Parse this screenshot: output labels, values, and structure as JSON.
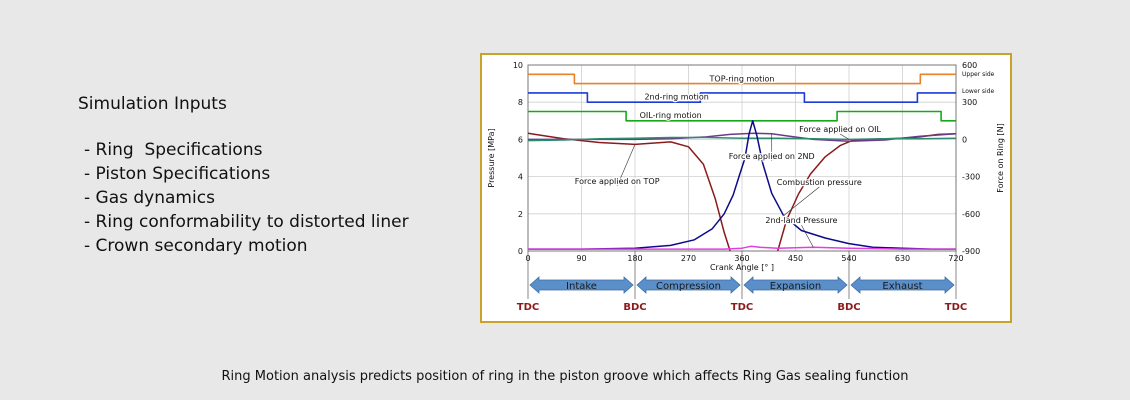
{
  "inputs": {
    "title": "Simulation Inputs",
    "items": [
      "- Ring  Specifications",
      "- Piston Specifications",
      "- Gas dynamics",
      "- Ring conformability to distorted liner",
      "- Crown secondary motion"
    ]
  },
  "caption": "Ring Motion analysis predicts position of ring in the piston groove which affects Ring Gas sealing function",
  "colors": {
    "top_ring": "#e8822a",
    "second_ring": "#1a3bd6",
    "oil_ring": "#17a81a",
    "force_top": "#8b1b1b",
    "force_2nd": "#6b3a8a",
    "force_oil": "#2e8b6e",
    "combustion": "#0b0b8a",
    "second_land": "#e23ee2",
    "phase_arrow": "#5b8fc9",
    "dead_center": "#8b1b1b",
    "frame": "#c9a227"
  },
  "chart_data": {
    "type": "line",
    "xlabel": "Crank Angle [° ]",
    "ylabel_left": "Pressure [MPa]",
    "ylabel_right": "Force on Ring [N]",
    "xlim": [
      0,
      720
    ],
    "ylim_left": [
      0,
      10
    ],
    "ylim_right": [
      -900,
      600
    ],
    "xticks": [
      0,
      90,
      180,
      270,
      360,
      450,
      540,
      630,
      720
    ],
    "yticks_left": [
      0,
      2,
      4,
      6,
      8,
      10
    ],
    "yticks_right": [
      -900,
      -600,
      -300,
      0,
      300,
      600
    ],
    "right_axis_notes": [
      "Upper side",
      "Lower side"
    ],
    "grid": true,
    "series": [
      {
        "name": "TOP-ring motion",
        "axis": "left",
        "style": "step",
        "color_key": "top_ring",
        "x": [
          0,
          78,
          78,
          660,
          660,
          720
        ],
        "y": [
          9.5,
          9.5,
          9.0,
          9.0,
          9.5,
          9.5
        ]
      },
      {
        "name": "2nd-ring motion",
        "axis": "left",
        "style": "step",
        "color_key": "second_ring",
        "x": [
          0,
          100,
          100,
          290,
          290,
          465,
          465,
          655,
          655,
          720
        ],
        "y": [
          8.5,
          8.5,
          8.0,
          8.0,
          8.5,
          8.5,
          8.0,
          8.0,
          8.5,
          8.5
        ]
      },
      {
        "name": "OIL-ring motion",
        "axis": "left",
        "style": "step",
        "color_key": "oil_ring",
        "x": [
          0,
          165,
          165,
          520,
          520,
          695,
          695,
          720
        ],
        "y": [
          7.5,
          7.5,
          7.0,
          7.0,
          7.5,
          7.5,
          7.0,
          7.0
        ]
      },
      {
        "name": "Force applied on TOP",
        "axis": "right",
        "style": "line",
        "color_key": "force_top",
        "segments": [
          {
            "x": [
              0,
              20,
              60,
              120,
              180,
              240,
              270,
              295,
              315,
              330,
              340
            ],
            "y": [
              50,
              35,
              5,
              -25,
              -40,
              -20,
              -60,
              -200,
              -480,
              -750,
              -900
            ]
          },
          {
            "x": [
              420,
              435,
              455,
              475,
              500,
              525,
              545,
              570,
              600,
              630,
              660,
              690,
              720
            ],
            "y": [
              -900,
              -650,
              -440,
              -280,
              -140,
              -50,
              -10,
              0,
              5,
              10,
              20,
              40,
              45
            ]
          }
        ]
      },
      {
        "name": "Force applied on 2ND",
        "axis": "right",
        "style": "line",
        "color_key": "force_2nd",
        "x": [
          0,
          60,
          120,
          180,
          240,
          300,
          340,
          380,
          410,
          440,
          480,
          540,
          600,
          660,
          720
        ],
        "y": [
          0,
          0,
          0,
          0,
          5,
          20,
          40,
          50,
          45,
          25,
          0,
          -15,
          -5,
          25,
          45
        ]
      },
      {
        "name": "Force applied on OIL",
        "axis": "right",
        "style": "line",
        "color_key": "force_oil",
        "x": [
          0,
          60,
          120,
          180,
          240,
          300,
          360,
          420,
          480,
          540,
          600,
          660,
          720
        ],
        "y": [
          -10,
          -5,
          5,
          10,
          15,
          15,
          10,
          10,
          5,
          0,
          5,
          5,
          10
        ]
      },
      {
        "name": "Combustion pressure",
        "axis": "left",
        "style": "line",
        "color_key": "combustion",
        "x": [
          0,
          90,
          180,
          240,
          280,
          310,
          330,
          345,
          355,
          365,
          372,
          378,
          385,
          395,
          410,
          430,
          460,
          500,
          540,
          580,
          630,
          680,
          720
        ],
        "y": [
          0.1,
          0.1,
          0.15,
          0.3,
          0.6,
          1.2,
          2.0,
          3.0,
          4.0,
          5.0,
          6.3,
          7.0,
          6.2,
          4.7,
          3.1,
          1.9,
          1.1,
          0.7,
          0.4,
          0.2,
          0.15,
          0.1,
          0.1
        ]
      },
      {
        "name": "2nd-land Pressure",
        "axis": "left",
        "style": "line",
        "color_key": "second_land",
        "x": [
          0,
          90,
          180,
          270,
          330,
          360,
          375,
          390,
          420,
          480,
          540,
          630,
          720
        ],
        "y": [
          0.1,
          0.1,
          0.1,
          0.1,
          0.1,
          0.15,
          0.25,
          0.2,
          0.15,
          0.2,
          0.15,
          0.1,
          0.1
        ]
      }
    ],
    "phases": [
      {
        "label": "Intake",
        "from": 0,
        "to": 180
      },
      {
        "label": "Compression",
        "from": 180,
        "to": 360
      },
      {
        "label": "Expansion",
        "from": 360,
        "to": 540
      },
      {
        "label": "Exhaust",
        "from": 540,
        "to": 720
      }
    ],
    "dead_centers": [
      {
        "label": "TDC",
        "at": 0
      },
      {
        "label": "BDC",
        "at": 180
      },
      {
        "label": "TDC",
        "at": 360
      },
      {
        "label": "BDC",
        "at": 540
      },
      {
        "label": "TDC",
        "at": 720
      }
    ],
    "annotations": [
      {
        "text": "TOP-ring motion",
        "x": 360,
        "y": 9.1,
        "target": "TOP-ring motion"
      },
      {
        "text": "2nd-ring motion",
        "x": 250,
        "y": 8.15,
        "target": "2nd-ring motion"
      },
      {
        "text": "OIL-ring motion",
        "x": 240,
        "y": 7.15,
        "target": "OIL-ring motion"
      },
      {
        "text": "Force applied on OIL",
        "x": 525,
        "y": 6.4,
        "target": "Force applied on OIL"
      },
      {
        "text": "Force applied on 2ND",
        "x": 410,
        "y": 4.95,
        "target": "Force applied on 2ND"
      },
      {
        "text": "Force applied on TOP",
        "x": 150,
        "y": 3.6,
        "target": "Force applied on TOP"
      },
      {
        "text": "Combustion pressure",
        "x": 490,
        "y": 3.55,
        "target": "Combustion pressure"
      },
      {
        "text": "2nd-land Pressure",
        "x": 460,
        "y": 1.5,
        "target": "2nd-land Pressure"
      }
    ]
  }
}
